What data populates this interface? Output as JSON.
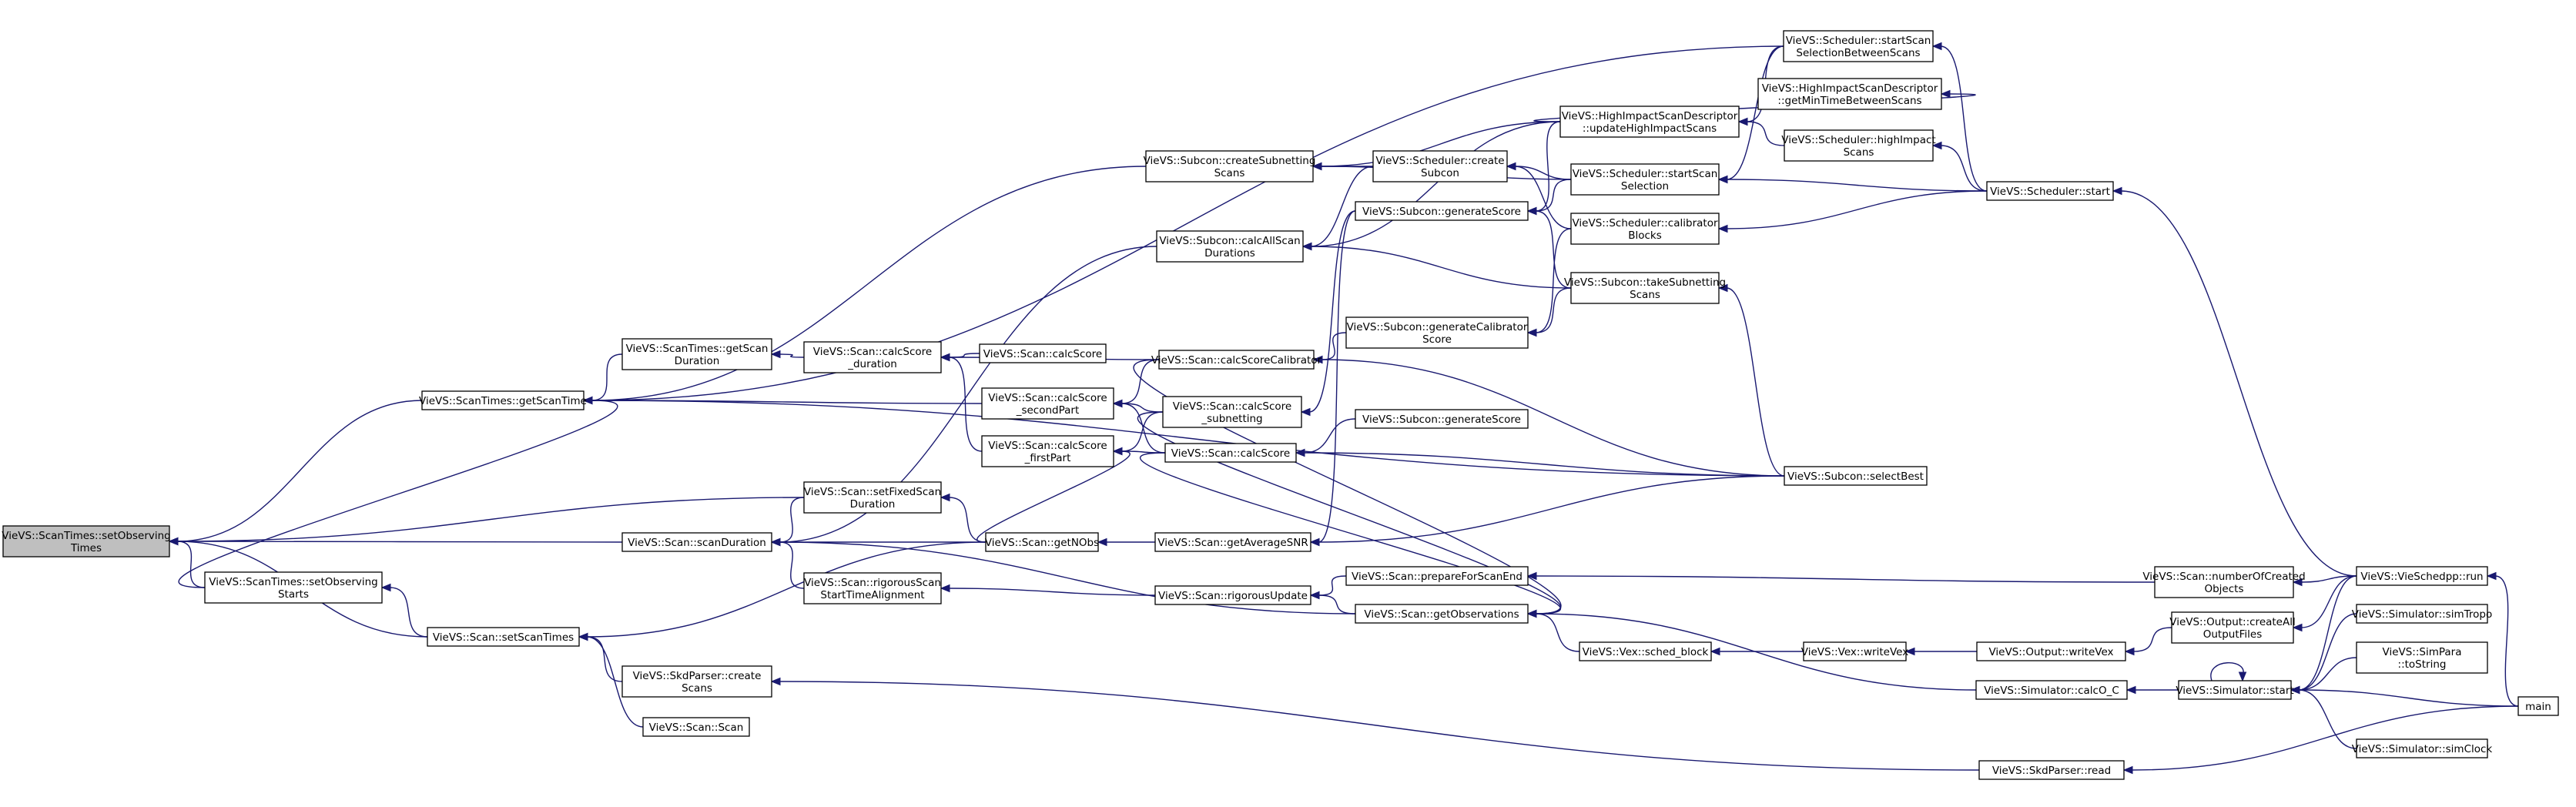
{
  "nodes": [
    {
      "id": "setObservingTimes",
      "lines": [
        "VieVS::ScanTimes::setObserving",
        "Times"
      ]
    },
    {
      "id": "getScanTime",
      "lines": [
        "VieVS::ScanTimes::getScanTime"
      ]
    },
    {
      "id": "setObservingStarts",
      "lines": [
        "VieVS::ScanTimes::setObserving",
        "Starts"
      ]
    },
    {
      "id": "setScanTimes",
      "lines": [
        "VieVS::Scan::setScanTimes"
      ]
    },
    {
      "id": "scanDuration",
      "lines": [
        "VieVS::Scan::scanDuration"
      ]
    },
    {
      "id": "getScanDuration",
      "lines": [
        "VieVS::ScanTimes::getScan",
        "Duration"
      ]
    },
    {
      "id": "skdCreateScans",
      "lines": [
        "VieVS::SkdParser::create",
        "Scans"
      ]
    },
    {
      "id": "scanScan",
      "lines": [
        "VieVS::Scan::Scan"
      ]
    },
    {
      "id": "setFixedScanDuration",
      "lines": [
        "VieVS::Scan::setFixedScan",
        "Duration"
      ]
    },
    {
      "id": "rigorousScanStartTimeAlignment",
      "lines": [
        "VieVS::Scan::rigorousScan",
        "StartTimeAlignment"
      ]
    },
    {
      "id": "getNObs",
      "lines": [
        "VieVS::Scan::getNObs"
      ]
    },
    {
      "id": "calcScoreDuration",
      "lines": [
        "VieVS::Scan::calcScore",
        "_duration"
      ]
    },
    {
      "id": "calcScoreSecondPart",
      "lines": [
        "VieVS::Scan::calcScore",
        "_secondPart"
      ]
    },
    {
      "id": "calcScoreFirstPart",
      "lines": [
        "VieVS::Scan::calcScore",
        "_firstPart"
      ]
    },
    {
      "id": "calcScore1",
      "lines": [
        "VieVS::Scan::calcScore"
      ]
    },
    {
      "id": "calcScoreCalibrator",
      "lines": [
        "VieVS::Scan::calcScoreCalibrator"
      ]
    },
    {
      "id": "calcScoreSubnetting",
      "lines": [
        "VieVS::Scan::calcScore",
        "_subnetting"
      ]
    },
    {
      "id": "calcScore2",
      "lines": [
        "VieVS::Scan::calcScore"
      ]
    },
    {
      "id": "getAverageSNR",
      "lines": [
        "VieVS::Scan::getAverageSNR"
      ]
    },
    {
      "id": "rigorousUpdate",
      "lines": [
        "VieVS::Scan::rigorousUpdate"
      ]
    },
    {
      "id": "createSubnettingScans",
      "lines": [
        "VieVS::Subcon::createSubnetting",
        "Scans"
      ]
    },
    {
      "id": "calcAllScanDurations",
      "lines": [
        "VieVS::Subcon::calcAllScan",
        "Durations"
      ]
    },
    {
      "id": "schedCreateSubcon",
      "lines": [
        "VieVS::Scheduler::create",
        "Subcon"
      ]
    },
    {
      "id": "generateScore1",
      "lines": [
        "VieVS::Subcon::generateScore"
      ]
    },
    {
      "id": "generateCalibratorScore",
      "lines": [
        "VieVS::Subcon::generateCalibrator",
        "Score"
      ]
    },
    {
      "id": "generateScore2",
      "lines": [
        "VieVS::Subcon::generateScore"
      ]
    },
    {
      "id": "prepareForScanEnd",
      "lines": [
        "VieVS::Scan::prepareForScanEnd"
      ]
    },
    {
      "id": "getObservations",
      "lines": [
        "VieVS::Scan::getObservations"
      ]
    },
    {
      "id": "updateHighImpactScans",
      "lines": [
        "VieVS::HighImpactScanDescriptor",
        "::updateHighImpactScans"
      ]
    },
    {
      "id": "startScanSelection",
      "lines": [
        "VieVS::Scheduler::startScan",
        "Selection"
      ]
    },
    {
      "id": "calibratorBlocks",
      "lines": [
        "VieVS::Scheduler::calibrator",
        "Blocks"
      ]
    },
    {
      "id": "takeSubnettingScans",
      "lines": [
        "VieVS::Subcon::takeSubnetting",
        "Scans"
      ]
    },
    {
      "id": "schedBlock",
      "lines": [
        "VieVS::Vex::sched_block"
      ]
    },
    {
      "id": "startScanSelectionBetweenScans",
      "lines": [
        "VieVS::Scheduler::startScan",
        "SelectionBetweenScans"
      ]
    },
    {
      "id": "getMinTimeBetweenScans",
      "lines": [
        "VieVS::HighImpactScanDescriptor",
        "::getMinTimeBetweenScans"
      ]
    },
    {
      "id": "highImpactScans",
      "lines": [
        "VieVS::Scheduler::highImpact",
        "Scans"
      ]
    },
    {
      "id": "selectBest",
      "lines": [
        "VieVS::Subcon::selectBest"
      ]
    },
    {
      "id": "writeVex",
      "lines": [
        "VieVS::Vex::writeVex"
      ]
    },
    {
      "id": "calcOC",
      "lines": [
        "VieVS::Simulator::calcO_C"
      ]
    },
    {
      "id": "skdRead",
      "lines": [
        "VieVS::SkdParser::read"
      ]
    },
    {
      "id": "numberOfCreatedObjects",
      "lines": [
        "VieVS::Scan::numberOfCreated",
        "Objects"
      ]
    },
    {
      "id": "outputWriteVex",
      "lines": [
        "VieVS::Output::writeVex"
      ]
    },
    {
      "id": "createAllOutputFiles",
      "lines": [
        "VieVS::Output::createAll",
        "OutputFiles"
      ]
    },
    {
      "id": "simStart",
      "lines": [
        "VieVS::Simulator::start"
      ]
    },
    {
      "id": "schedStart",
      "lines": [
        "VieVS::Scheduler::start"
      ]
    },
    {
      "id": "vieSchedppRun",
      "lines": [
        "VieVS::VieSchedpp::run"
      ]
    },
    {
      "id": "simTropo",
      "lines": [
        "VieVS::Simulator::simTropo"
      ]
    },
    {
      "id": "simParaToString",
      "lines": [
        "VieVS::SimPara",
        "::toString"
      ]
    },
    {
      "id": "simClock",
      "lines": [
        "VieVS::Simulator::simClock"
      ]
    },
    {
      "id": "main",
      "lines": [
        "main"
      ]
    }
  ]
}
